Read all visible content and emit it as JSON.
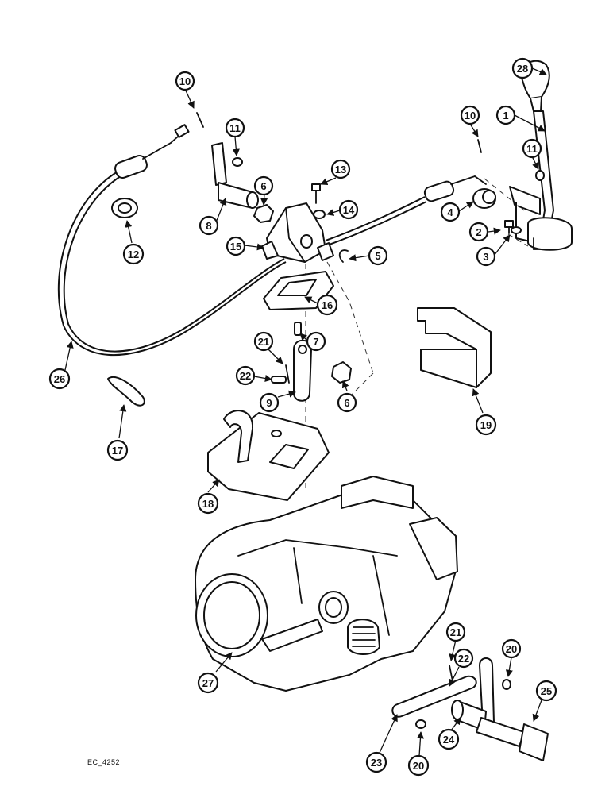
{
  "drawing_code": "EC_4252",
  "callouts": [
    "28",
    "1",
    "10",
    "11",
    "10",
    "11",
    "13",
    "6",
    "14",
    "4",
    "2",
    "3",
    "8",
    "12",
    "15",
    "5",
    "16",
    "7",
    "26",
    "21",
    "22",
    "9",
    "6",
    "19",
    "17",
    "18",
    "27",
    "21",
    "22",
    "20",
    "25",
    "23",
    "20",
    "24"
  ]
}
